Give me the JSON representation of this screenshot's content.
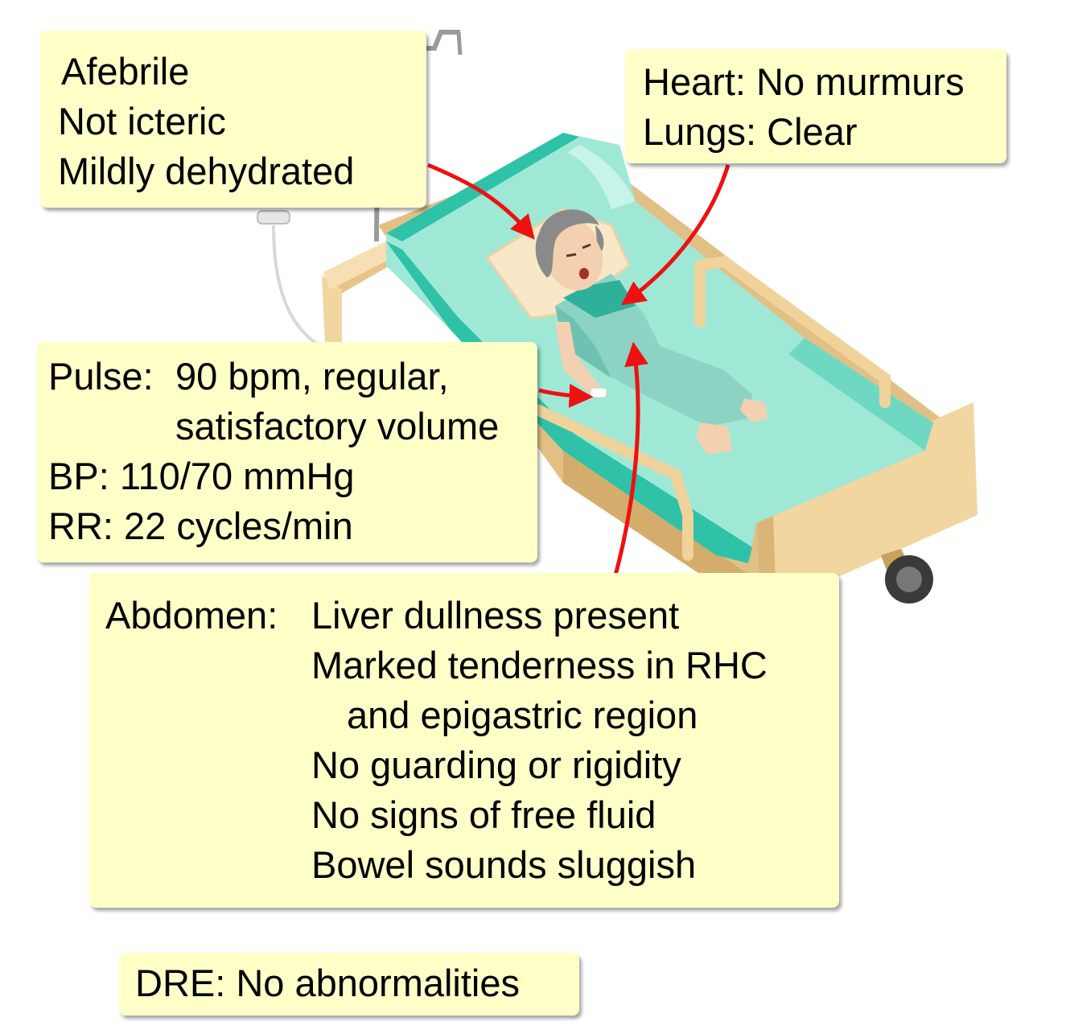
{
  "notes": {
    "general": {
      "lines": [
        "Afebrile",
        "Not icteric",
        "Mildly dehydrated"
      ]
    },
    "chest": {
      "heart": "Heart: No murmurs",
      "lungs": "Lungs: Clear"
    },
    "vitals": {
      "pulse_label": "Pulse:",
      "pulse_line1": "90 bpm, regular,",
      "pulse_line2": "satisfactory volume",
      "bp": "BP: 110/70 mmHg",
      "rr": "RR: 22 cycles/min"
    },
    "abdomen": {
      "label": "Abdomen:",
      "findings": [
        "Liver dullness present",
        "Marked tenderness in RHC",
        "and epigastric region",
        "No guarding or rigidity",
        "No signs of free fluid",
        "Bowel sounds sluggish"
      ]
    },
    "dre": {
      "text": "DRE: No abnormalities"
    }
  },
  "colors": {
    "note_fill": "#ffffc8",
    "arrow": "#ee1111",
    "sheet": "#9fe8d6",
    "sheet_edge": "#2fc2a8",
    "bed_wood": "#f2d6a0",
    "gown": "#8cd3c4",
    "hair": "#8a8a8a",
    "skin": "#f3d0b0"
  },
  "icons": {
    "illustration": "patient-in-hospital-bed-illustration"
  }
}
